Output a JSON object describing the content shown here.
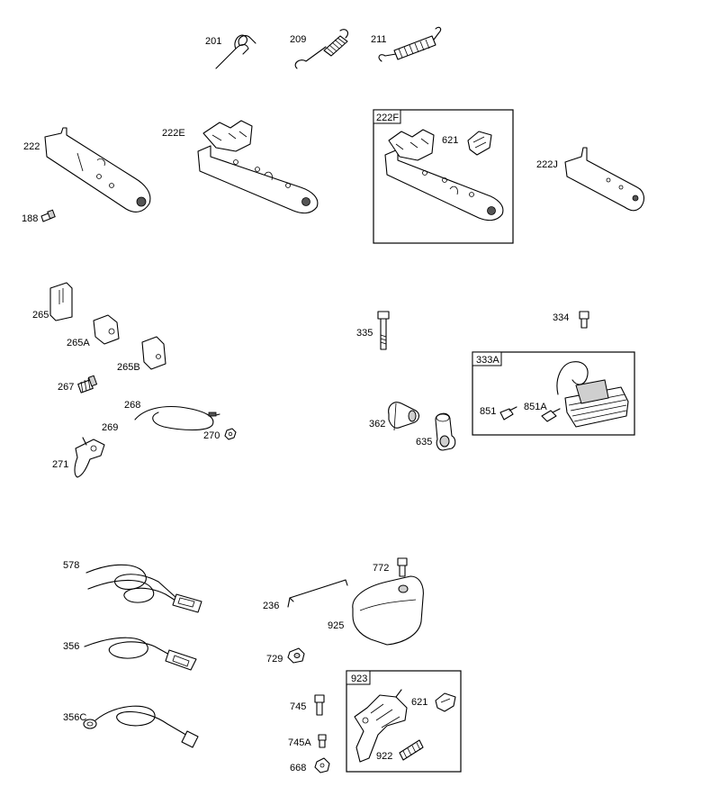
{
  "parts": {
    "p201": "201",
    "p209": "209",
    "p211": "211",
    "p222": "222",
    "p222E": "222E",
    "p222F": "222F",
    "p621a": "621",
    "p222J": "222J",
    "p188": "188",
    "p265": "265",
    "p265A": "265A",
    "p265B": "265B",
    "p267": "267",
    "p268": "268",
    "p269": "269",
    "p270": "270",
    "p271": "271",
    "p335": "335",
    "p334": "334",
    "p333A": "333A",
    "p851": "851",
    "p851A": "851A",
    "p362": "362",
    "p635": "635",
    "p578": "578",
    "p356": "356",
    "p356C": "356C",
    "p772": "772",
    "p236": "236",
    "p925": "925",
    "p729": "729",
    "p923": "923",
    "p621b": "621",
    "p745": "745",
    "p745A": "745A",
    "p922": "922",
    "p668": "668"
  }
}
